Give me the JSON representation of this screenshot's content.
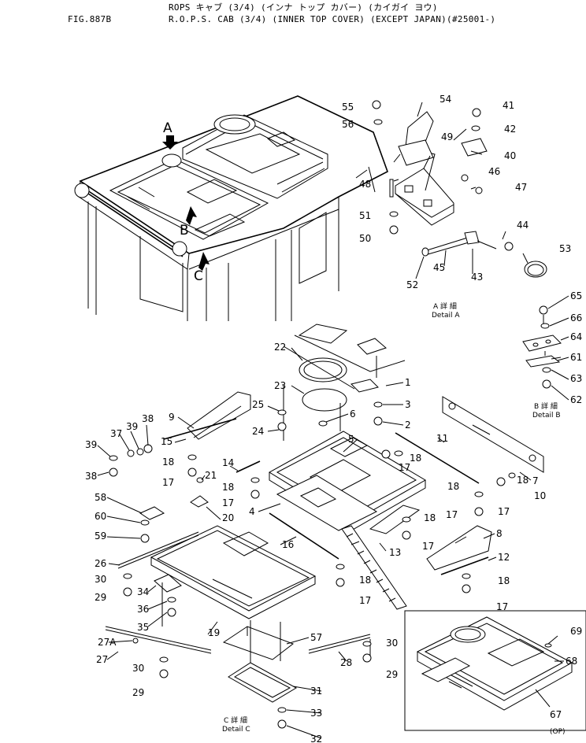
{
  "header": {
    "figure": "FIG.887B",
    "title_jp": "ROPS キャブ (3/4) (インナ トップ カバー) (カイガイ ヨウ)",
    "title_en": "R.O.P.S. CAB (3/4) (INNER TOP COVER) (EXCEPT JAPAN)(#25001-)"
  },
  "view_labels": {
    "A": "A",
    "B": "B",
    "C": "C"
  },
  "details": {
    "a_jp": "A 詳 細",
    "a_en": "Detail A",
    "b_jp": "B 詳 細",
    "b_en": "Detail B",
    "c_jp": "C 詳 細",
    "c_en": "Detail C",
    "op": "(OP)"
  },
  "callouts": [
    "1",
    "2",
    "3",
    "4",
    "5",
    "6",
    "7",
    "8",
    "9",
    "10",
    "11",
    "12",
    "13",
    "14",
    "15",
    "16",
    "17",
    "18",
    "19",
    "20",
    "21",
    "22",
    "23",
    "24",
    "25",
    "26",
    "27",
    "27A",
    "28",
    "29",
    "30",
    "31",
    "32",
    "33",
    "34",
    "35",
    "36",
    "37",
    "38",
    "39",
    "40",
    "41",
    "42",
    "43",
    "44",
    "45",
    "46",
    "47",
    "48",
    "49",
    "50",
    "51",
    "52",
    "53",
    "54",
    "55",
    "56",
    "57",
    "58",
    "59",
    "60",
    "61",
    "62",
    "63",
    "64",
    "65",
    "66",
    "67",
    "68",
    "69"
  ]
}
